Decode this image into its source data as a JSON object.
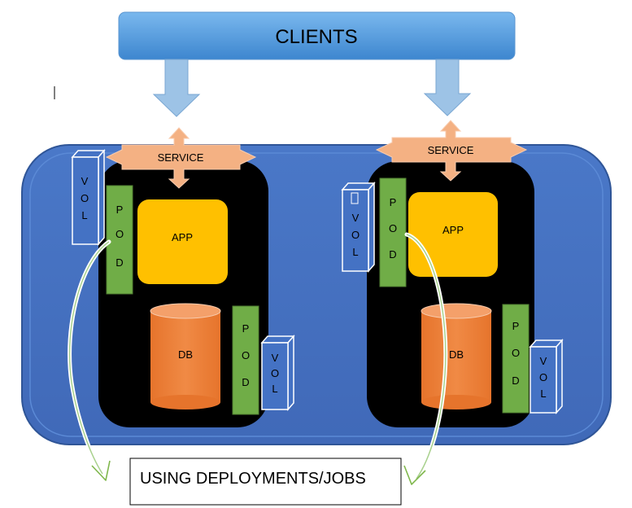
{
  "clients": {
    "label": "CLIENTS"
  },
  "nodes": [
    {
      "service": "SERVICE",
      "app": "APP",
      "db": "DB",
      "app_pod": [
        "P",
        "O",
        "D"
      ],
      "db_pod": [
        "P",
        "O",
        "D"
      ],
      "app_vol": [
        "V",
        "O",
        "L"
      ],
      "db_vol": [
        "V",
        "O",
        "L"
      ]
    },
    {
      "service": "SERVICE",
      "app": "APP",
      "db": "DB",
      "app_pod": [
        "P",
        "O",
        "D"
      ],
      "db_pod": [
        "P",
        "O",
        "D"
      ],
      "app_vol": [
        "V",
        "O",
        "L"
      ],
      "db_vol": [
        "V",
        "O",
        "L"
      ]
    }
  ],
  "deployments": {
    "label": "USING DEPLOYMENTS/JOBS"
  },
  "colors": {
    "cluster": "#4472C4",
    "clients_top": "#6fb0e8",
    "clients_bottom": "#3d86cf",
    "arrow_blue": "#9dc3e6",
    "service": "#f4b183",
    "node": "#000000",
    "app": "#ffc000",
    "db": "#ed7d31",
    "pod": "#70ad47",
    "vol": "#4472C4"
  }
}
